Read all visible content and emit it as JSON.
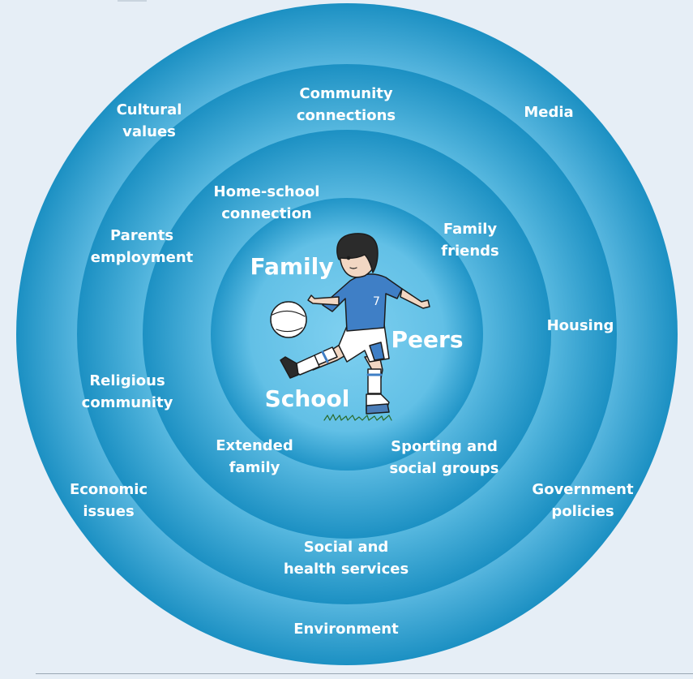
{
  "center": {
    "family": "Family",
    "peers": "Peers",
    "school": "School"
  },
  "labels": {
    "community_connections": [
      "Community",
      "connections"
    ],
    "cultural_values": [
      "Cultural",
      "values"
    ],
    "media": [
      "Media"
    ],
    "home_school_connection": [
      "Home-school",
      "connection"
    ],
    "parents_employment": [
      "Parents",
      "employment"
    ],
    "family_friends": [
      "Family",
      "friends"
    ],
    "housing": [
      "Housing"
    ],
    "religious_community": [
      "Religious",
      "community"
    ],
    "extended_family": [
      "Extended",
      "family"
    ],
    "sporting_social_groups": [
      "Sporting and",
      "social groups"
    ],
    "economic_issues": [
      "Economic",
      "issues"
    ],
    "government_policies": [
      "Government",
      "policies"
    ],
    "social_health_services": [
      "Social and",
      "health services"
    ],
    "environment": [
      "Environment"
    ]
  },
  "colors": {
    "page_background": "#e6eef6",
    "outer_ring": "#1a8fc2",
    "inner_light": "#66c2e6",
    "label_text": "#ffffff",
    "jersey": "#3f7fc6"
  },
  "illustration": "boy-kicking-soccer-ball"
}
